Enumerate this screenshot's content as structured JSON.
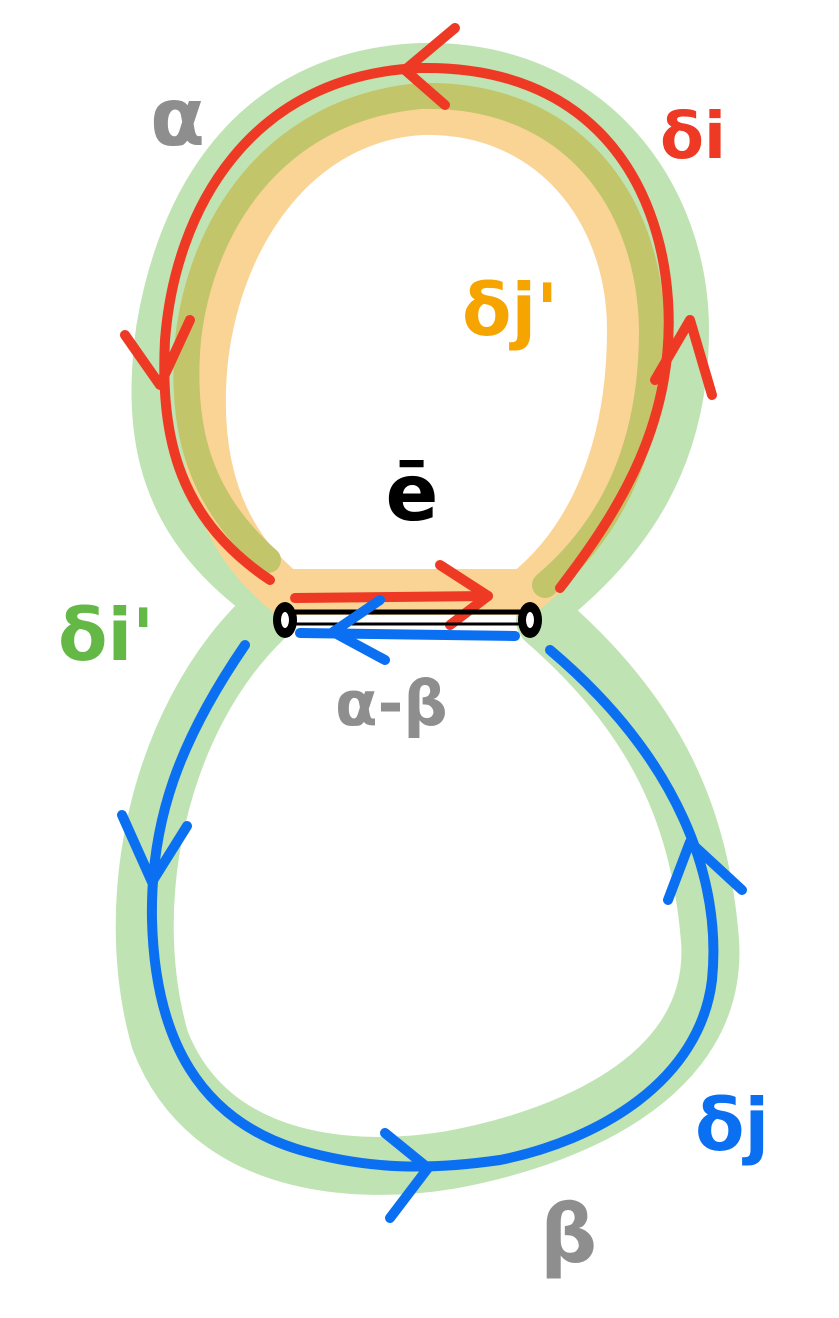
{
  "labels": {
    "alpha": "α",
    "beta": "β",
    "alpha_minus_beta": "α-β",
    "edge": "ē",
    "delta_i": "δi",
    "delta_j": "δj",
    "delta_i_prime": "δi'",
    "delta_j_prime": "δj'"
  },
  "colors": {
    "red": "#EE3A24",
    "blue": "#0B6FF2",
    "green_light": "#BFE3B3",
    "green_label": "#63B846",
    "orange_light": "#FAD495",
    "orange_label": "#F5A400",
    "olive_overlap": "#C3C56B",
    "gray_label": "#8E8E8E",
    "black": "#000000"
  }
}
